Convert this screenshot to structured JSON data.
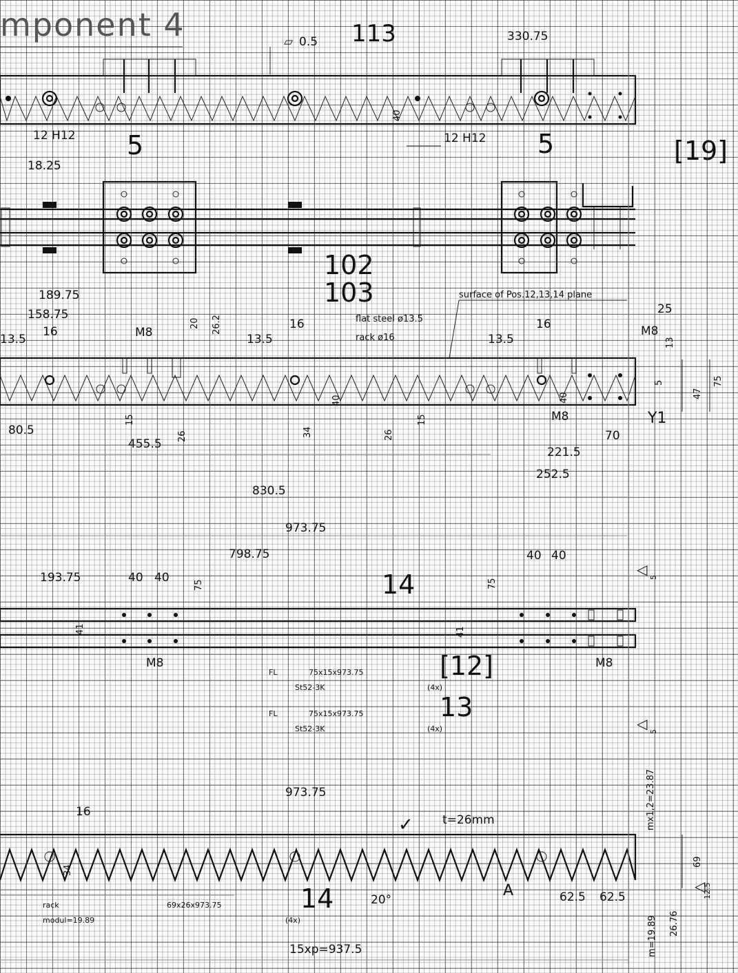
{
  "title": "mponent 4",
  "positions": {
    "p113": "113",
    "p5a": "5",
    "p5b": "5",
    "p19": "[19]",
    "p102": "102",
    "p103": "103",
    "p14a": "14",
    "p12": "[12]",
    "p13": "13",
    "p14b": "14"
  },
  "top_view": {
    "flatness": "0.5",
    "d33075": "330.75",
    "hole_a": "12 H12",
    "hole_b": "12 H12",
    "d1825": "18.25",
    "d40": "40"
  },
  "section_view": {
    "surface_note": "surface of Pos.12,13,14 plane",
    "flat_steel": "flat steel ø13.5",
    "rack": "rack ø16",
    "d18975": "189.75",
    "d15875": "158.75",
    "d135a": "13.5",
    "d16a": "16",
    "m8a": "M8",
    "d20": "20",
    "d262": "26.2",
    "d135b": "13.5",
    "d16b": "16",
    "d135c": "13.5",
    "d16c": "16",
    "d25": "25",
    "m8b": "M8",
    "d13": "13",
    "d5": "5",
    "d47": "47",
    "d75": "75",
    "d40": "40",
    "d40b": "40",
    "d805": "80.5",
    "d15a": "15",
    "d4555": "455.5",
    "d26a": "26",
    "d34": "34",
    "d26b": "26",
    "d15b": "15",
    "m8c": "M8",
    "y1": "Y1",
    "d70": "70",
    "d2215": "221.5",
    "d2525": "252.5",
    "d8305": "830.5",
    "d97375": "973.75",
    "d79875": "798.75"
  },
  "flat_bar_view": {
    "d19375": "193.75",
    "d40a": "40",
    "d40b": "40",
    "d75a": "75",
    "d40c": "40",
    "d40d": "40",
    "d75b": "75",
    "d41a": "41",
    "d41b": "41",
    "m8a": "M8",
    "m8b": "M8",
    "weld_top": "5",
    "weld_bot": "5",
    "fl1": "FL",
    "fl1_size": "75x15x973.75",
    "fl1_mat": "St52-3K",
    "fl1_qty": "(4x)",
    "fl2": "FL",
    "fl2_size": "75x15x973.75",
    "fl2_mat": "St52-3K",
    "fl2_qty": "(4x)"
  },
  "rack_view": {
    "d97375": "973.75",
    "d16": "16",
    "thickness": "t=26mm",
    "mx": "mx1,2=23.87",
    "d34": "34",
    "d69": "69",
    "d2676": "26.76",
    "m": "m=19.89",
    "angle": "20°",
    "d625a": "62.5",
    "d625b": "62.5",
    "pitch": "15xp=937.5",
    "rack": "rack",
    "modul": "modul=19.89",
    "size": "69x26x973.75",
    "qty": "(4x)",
    "d125": "12.5"
  }
}
